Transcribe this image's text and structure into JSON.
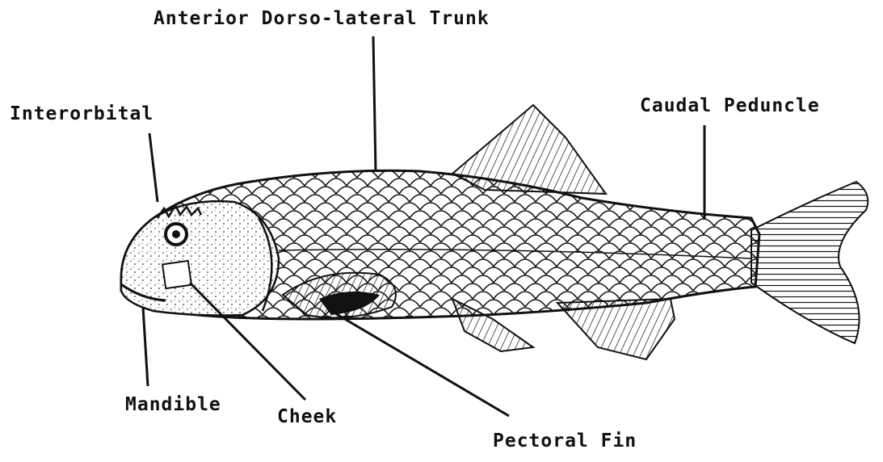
{
  "labels": {
    "anterior_dorso_lateral_trunk": "Anterior Dorso-lateral Trunk",
    "interorbital": "Interorbital",
    "caudal_peduncle": "Caudal Peduncle",
    "mandible": "Mandible",
    "cheek": "Cheek",
    "pectoral_fin": "Pectoral Fin"
  },
  "colors": {
    "ink": "#111111",
    "background": "#ffffff"
  }
}
